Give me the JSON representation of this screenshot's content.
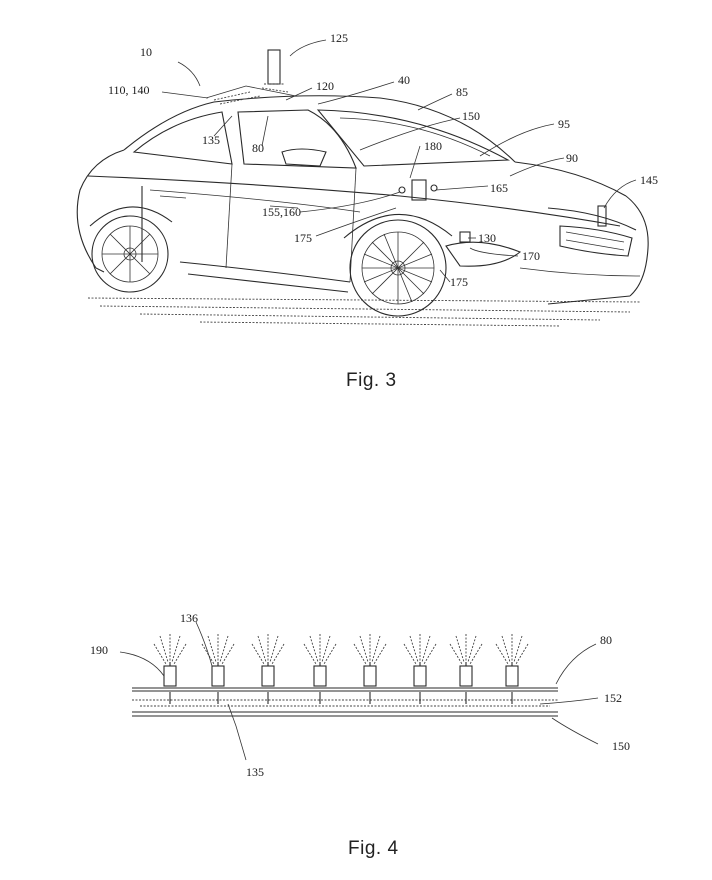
{
  "fig3": {
    "caption": "Fig. 3",
    "labels": {
      "l10": "10",
      "l125": "125",
      "l110_140": "110, 140",
      "l120": "120",
      "l40": "40",
      "l85": "85",
      "l150": "150",
      "l95": "95",
      "l135": "135",
      "l80": "80",
      "l180": "180",
      "l90": "90",
      "l145": "145",
      "l165": "165",
      "l155_160": "155,160",
      "l175a": "175",
      "l130": "130",
      "l170": "170",
      "l175b": "175"
    }
  },
  "fig4": {
    "caption": "Fig. 4",
    "labels": {
      "l136": "136",
      "l80": "80",
      "l190": "190",
      "l152": "152",
      "l150": "150",
      "l135": "135"
    }
  }
}
